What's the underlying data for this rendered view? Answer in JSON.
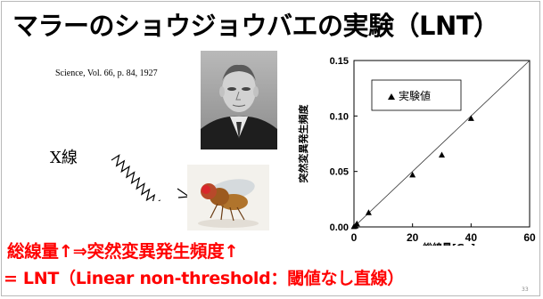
{
  "slide": {
    "title": "マラーのショウジョウバエの実験（LNT）",
    "citation": "Science, Vol. 66, p. 84, 1927",
    "xray_label": "X線",
    "summary_line1": "総線量↑⇒突然変異発生頻度↑",
    "summary_line2": "= LNT（Linear non-threshold：閾値なし直線）",
    "page_number": "33",
    "accent_color": "#ff0000"
  },
  "chart_data": {
    "type": "scatter",
    "xlabel": "総線量[Gy]",
    "ylabel": "突然変異発生頻度",
    "xlim": [
      0,
      60
    ],
    "ylim": [
      0,
      0.15
    ],
    "xticks": [
      "0",
      "20",
      "40",
      "60"
    ],
    "yticks": [
      "0.00",
      "0.05",
      "0.10",
      "0.15"
    ],
    "legend": "実験値",
    "legend_position": "top-left inside",
    "marker": "triangle",
    "series": [
      {
        "name": "実験値",
        "x": [
          0,
          0.5,
          1,
          5,
          20,
          30,
          40
        ],
        "y": [
          0.0005,
          0.001,
          0.003,
          0.013,
          0.047,
          0.065,
          0.098
        ]
      }
    ],
    "fit_line": {
      "x": [
        0,
        60
      ],
      "y": [
        0,
        0.15
      ]
    },
    "grid": false
  }
}
